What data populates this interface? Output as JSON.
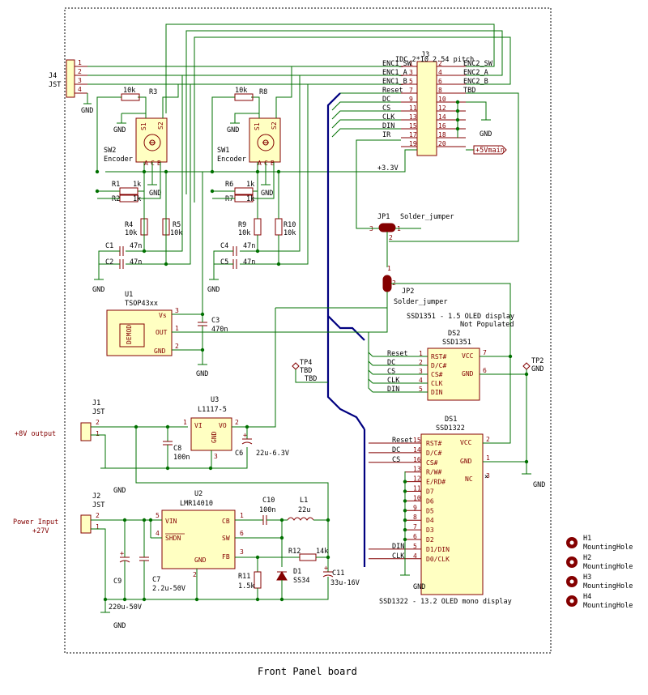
{
  "board_title": "Front Panel board",
  "sections": {
    "out8v": "+8V output",
    "power_in_1": "Power Input",
    "power_in_2": "+27V"
  },
  "connector_j3": {
    "ref": "J3",
    "desc": "IDC 2*10 2.54 pitch",
    "left_signals": [
      "ENC1_SW",
      "ENC1_A",
      "ENC1_B",
      "Reset",
      "DC",
      "CS",
      "CLK",
      "DIN",
      "IR",
      ""
    ],
    "left_pins": [
      "1",
      "3",
      "5",
      "7",
      "9",
      "11",
      "13",
      "15",
      "17",
      "19"
    ],
    "right_pins": [
      "2",
      "4",
      "6",
      "8",
      "10",
      "12",
      "14",
      "16",
      "18",
      "20"
    ],
    "right_signals": [
      "ENC2_SW",
      "ENC2_A",
      "ENC2_B",
      "TBD",
      "",
      "",
      "",
      "",
      "",
      ""
    ],
    "v5": "+5Vmain",
    "v33": "+3.3V"
  },
  "connector_j4": {
    "ref": "J4",
    "type": "JST",
    "pins": [
      "1",
      "2",
      "3",
      "4"
    ]
  },
  "encoders": {
    "sw2": {
      "ref": "SW2",
      "name": "Encoder",
      "r_top": "R3",
      "r_top_val": "10k",
      "r_a": "R1",
      "r_b": "R2",
      "r_ab_val": "1k",
      "r4": "R4",
      "r5": "R5",
      "r_v_val": "10k",
      "c1": "C1",
      "c2": "C2",
      "c_val": "47n"
    },
    "sw1": {
      "ref": "SW1",
      "name": "Encoder",
      "r_top": "R8",
      "r_top_val": "10k",
      "r_a": "R6",
      "r_b": "R7",
      "r_ab_val": "1k",
      "r4": "R9",
      "r5": "R10",
      "r_v_val": "10k",
      "c1": "C4",
      "c2": "C5",
      "c_val": "47n"
    },
    "pins": {
      "s1": "S1",
      "s2": "S2",
      "a": "A",
      "c": "C",
      "b": "B"
    }
  },
  "ir": {
    "ref": "U1",
    "part": "TSOP43xx",
    "vs": "Vs",
    "out": "OUT",
    "gnd": "GND",
    "demod": "DEMOD",
    "pin3": "3",
    "pin1": "1",
    "pin2": "2",
    "c3": "C3",
    "c3_val": "470n"
  },
  "jumpers": {
    "jp1": "JP1",
    "jp1_desc": "Solder_jumper",
    "jp2": "JP2",
    "jp2_desc": "Solder_jumper",
    "p1": "1",
    "p2": "2",
    "p3": "3"
  },
  "ds2": {
    "title1": "SSD1351 - 1.5 OLED display",
    "title2": "Not Populated",
    "ref": "DS2",
    "part": "SSD1351",
    "pins_left": [
      {
        "n": "1",
        "name": "RST#",
        "net": "Reset"
      },
      {
        "n": "2",
        "name": "D/C#",
        "net": "DC"
      },
      {
        "n": "3",
        "name": "CS#",
        "net": "CS"
      },
      {
        "n": "4",
        "name": "CLK",
        "net": "CLK"
      },
      {
        "n": "5",
        "name": "DIN",
        "net": "DIN"
      }
    ],
    "vcc": "VCC",
    "gnd": "GND",
    "vcc_pin": "7",
    "gnd_pin": "6"
  },
  "tp": {
    "tp4": "TP4",
    "tp4_val": "TBD",
    "tp4_net": "TBD",
    "tp2": "TP2",
    "tp2_val": "GND"
  },
  "ds1": {
    "ref": "DS1",
    "part": "SSD1322",
    "caption": "SSD1322 - 13.2 OLED mono display",
    "pins_left": [
      {
        "n": "15",
        "name": "RST#",
        "net": "Reset"
      },
      {
        "n": "14",
        "name": "D/C#",
        "net": "DC"
      },
      {
        "n": "16",
        "name": "CS#",
        "net": "CS"
      },
      {
        "n": "13",
        "name": "R/W#",
        "net": ""
      },
      {
        "n": "12",
        "name": "E/RD#",
        "net": ""
      },
      {
        "n": "11",
        "name": "D7",
        "net": ""
      },
      {
        "n": "10",
        "name": "D6",
        "net": ""
      },
      {
        "n": "9",
        "name": "D5",
        "net": ""
      },
      {
        "n": "8",
        "name": "D4",
        "net": ""
      },
      {
        "n": "7",
        "name": "D3",
        "net": ""
      },
      {
        "n": "6",
        "name": "D2",
        "net": ""
      },
      {
        "n": "5",
        "name": "D1/DIN",
        "net": "DIN"
      },
      {
        "n": "4",
        "name": "D0/CLK",
        "net": "CLK"
      }
    ],
    "right": [
      {
        "n": "2",
        "name": "VCC"
      },
      {
        "n": "1",
        "name": "GND"
      },
      {
        "n": "3",
        "name": "NC"
      }
    ]
  },
  "u3": {
    "ref": "U3",
    "part": "L1117-5",
    "vi": "VI",
    "vo": "VO",
    "gnd": "GND",
    "p1": "1",
    "p2": "2",
    "p3": "3",
    "c8": "C8",
    "c8_val": "100n",
    "c6": "C6",
    "c6_val": "22u-6.3V"
  },
  "j1": {
    "ref": "J1",
    "type": "JST",
    "p1": "1",
    "p2": "2"
  },
  "j2": {
    "ref": "J2",
    "type": "JST",
    "p1": "1",
    "p2": "2"
  },
  "u2": {
    "ref": "U2",
    "part": "LMR14010",
    "vin": "VIN",
    "shdn": "SHDN",
    "gnd": "GND",
    "cb": "CB",
    "sw": "SW",
    "fb": "FB",
    "p5": "5",
    "p4": "4",
    "p2": "2",
    "p1": "1",
    "p6": "6",
    "p3": "3",
    "c10": "C10",
    "c10_val": "100n",
    "l1": "L1",
    "l1_val": "22u",
    "r12": "R12",
    "r12_val": "14k",
    "r11": "R11",
    "r11_val": "1.5k",
    "d1": "D1",
    "d1_val": "SS34",
    "c11": "C11",
    "c11_val": "33u-16V",
    "c9": "C9",
    "c9_val": "220u-50V",
    "c7": "C7",
    "c7_val": "2.2u-50V"
  },
  "holes": [
    {
      "ref": "H1",
      "name": "MountingHole"
    },
    {
      "ref": "H2",
      "name": "MountingHole"
    },
    {
      "ref": "H3",
      "name": "MountingHole"
    },
    {
      "ref": "H4",
      "name": "MountingHole"
    }
  ],
  "gnd_label": "GND",
  "colors": {
    "wire": "#007000",
    "symbol": "#840000",
    "symbol_fill": "#ffffc2",
    "bus": "#000080",
    "net_label": "#008484",
    "hole": "#840000"
  }
}
